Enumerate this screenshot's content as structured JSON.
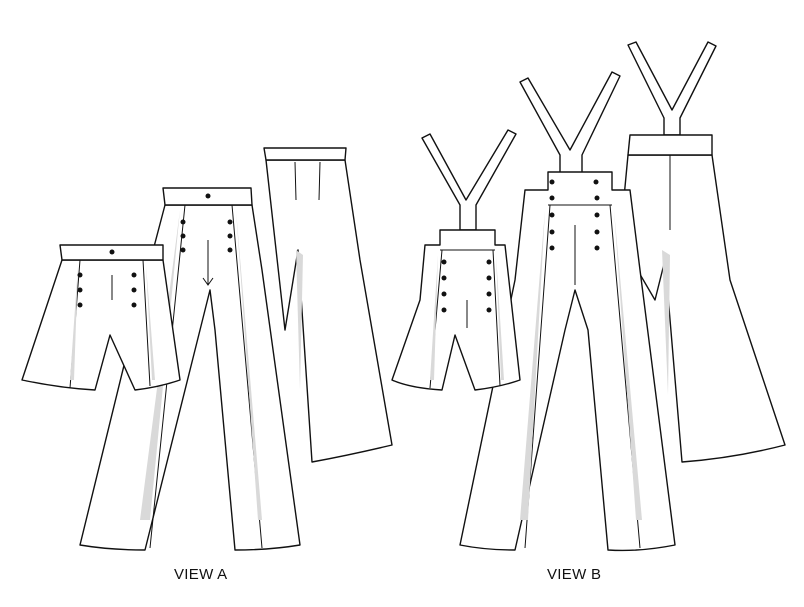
{
  "views": [
    {
      "label": "VIEW A",
      "items": [
        "shorts-front",
        "trousers-front",
        "trousers-back"
      ]
    },
    {
      "label": "VIEW B",
      "items": [
        "overall-shorts-front",
        "overall-trousers-front",
        "overall-trousers-back"
      ]
    }
  ]
}
